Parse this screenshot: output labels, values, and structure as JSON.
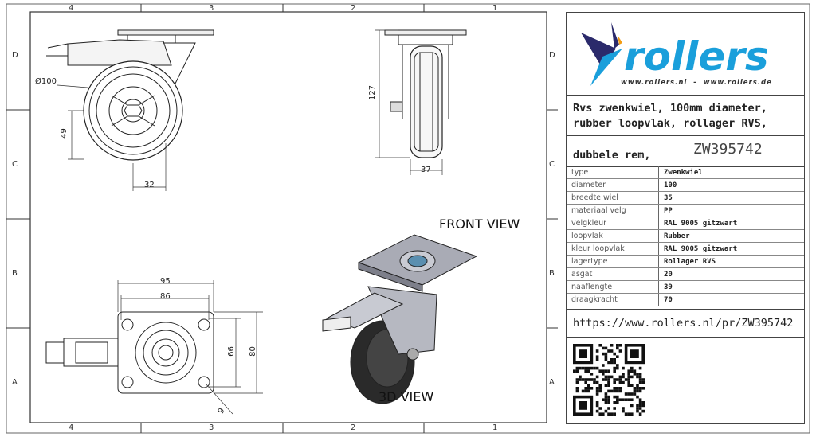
{
  "zones": {
    "columns": [
      "4",
      "3",
      "2",
      "1"
    ],
    "rows": [
      "D",
      "C",
      "B",
      "A"
    ]
  },
  "views": {
    "front_label": "FRONT VIEW",
    "iso_label": "3D VIEW"
  },
  "dimensions": {
    "diameter": "Ø100",
    "axle_height": "49",
    "axle_offset": "32",
    "height": "127",
    "width": "37",
    "plate_width": "95",
    "hole_spacing_x": "86",
    "hole_spacing_y": "66",
    "plate_length": "80",
    "hole_dia": "9"
  },
  "logo": {
    "brand": "rollers",
    "sites": "www.rollers.nl  -  www.rollers.de",
    "colors": {
      "blue": "#1a9fdb",
      "navy": "#2b2a6b",
      "orange": "#f39c12"
    }
  },
  "title": {
    "line1": "Rvs zwenkwiel, 100mm diameter,",
    "line2": "rubber loopvlak, rollager RVS,",
    "line3": "dubbele rem,",
    "code": "ZW395742"
  },
  "specs": [
    {
      "key": "type",
      "value": "Zwenkwiel"
    },
    {
      "key": "diameter",
      "value": "100"
    },
    {
      "key": "breedte wiel",
      "value": "35"
    },
    {
      "key": "materiaal velg",
      "value": "PP"
    },
    {
      "key": "velgkleur",
      "value": "RAL 9005 gitzwart"
    },
    {
      "key": "loopvlak",
      "value": "Rubber"
    },
    {
      "key": "kleur loopvlak",
      "value": "RAL 9005 gitzwart"
    },
    {
      "key": "lagertype",
      "value": "Rollager RVS"
    },
    {
      "key": "asgat",
      "value": "20"
    },
    {
      "key": "naaflengte",
      "value": "39"
    },
    {
      "key": "draagkracht",
      "value": "70"
    }
  ],
  "url": "https://www.rollers.nl/pr/ZW395742"
}
